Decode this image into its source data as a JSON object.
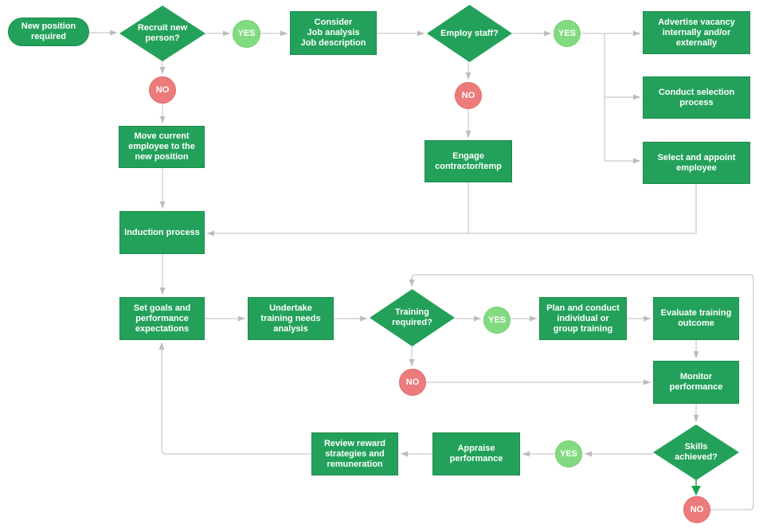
{
  "diagram": {
    "type": "flowchart",
    "subject": "HR recruitment and performance management process",
    "colors": {
      "process_fill": "#23A15A",
      "process_border": "#1d8a4c",
      "yes_fill": "#82DB80",
      "yes_border": "#6fcf6f",
      "no_fill": "#EC7C7C",
      "no_border": "#e46a6a",
      "connector_line": "#C9C9C9",
      "arrowhead": "#BDBDBD",
      "green_arrowhead": "#1CA24E",
      "node_text": "#FFFFFF",
      "background": "#FFFFFF"
    },
    "nodes": [
      {
        "id": "new-position-required",
        "shape": "terminator",
        "label": "New position\nrequired"
      },
      {
        "id": "recruit-new-person",
        "shape": "decision",
        "label": "Recruit new\nperson?"
      },
      {
        "id": "yes-recruit",
        "shape": "connector-yes",
        "label": "YES"
      },
      {
        "id": "consider-job-analysis",
        "shape": "process",
        "label": "Consider\nJob analysis\nJob description"
      },
      {
        "id": "employ-staff",
        "shape": "decision",
        "label": "Employ staff?"
      },
      {
        "id": "yes-employ",
        "shape": "connector-yes",
        "label": "YES"
      },
      {
        "id": "advertise-vacancy",
        "shape": "process",
        "label": "Advertise vacancy\ninternally and/or\nexternally"
      },
      {
        "id": "conduct-selection-process",
        "shape": "process",
        "label": "Conduct selection\nprocess"
      },
      {
        "id": "select-and-appoint-employee",
        "shape": "process",
        "label": "Select and appoint\nemployee"
      },
      {
        "id": "no-recruit",
        "shape": "connector-no",
        "label": "NO"
      },
      {
        "id": "move-current-employee",
        "shape": "process",
        "label": "Move current\nemployee to the\nnew position"
      },
      {
        "id": "no-employ",
        "shape": "connector-no",
        "label": "NO"
      },
      {
        "id": "engage-contractor-temp",
        "shape": "process",
        "label": "Engage\ncontractor/temp"
      },
      {
        "id": "induction-process",
        "shape": "process",
        "label": "Induction process"
      },
      {
        "id": "set-goals-expectations",
        "shape": "process",
        "label": "Set goals and\nperformance\nexpectations"
      },
      {
        "id": "undertake-training-needs-analysis",
        "shape": "process",
        "label": "Undertake\ntraining needs\nanalysis"
      },
      {
        "id": "training-required",
        "shape": "decision",
        "label": "Training\nrequired?"
      },
      {
        "id": "yes-training",
        "shape": "connector-yes",
        "label": "YES"
      },
      {
        "id": "plan-and-conduct-training",
        "shape": "process",
        "label": "Plan and conduct\nindividual or\ngroup training"
      },
      {
        "id": "evaluate-training-outcome",
        "shape": "process",
        "label": "Evaluate training\noutcome"
      },
      {
        "id": "no-training",
        "shape": "connector-no",
        "label": "NO"
      },
      {
        "id": "monitor-performance",
        "shape": "process",
        "label": "Monitor\nperformance"
      },
      {
        "id": "skills-achieved",
        "shape": "decision",
        "label": "Skills\nachieved?"
      },
      {
        "id": "no-skills",
        "shape": "connector-no",
        "label": "NO"
      },
      {
        "id": "yes-skills",
        "shape": "connector-yes",
        "label": "YES"
      },
      {
        "id": "appraise-performance",
        "shape": "process",
        "label": "Appraise\nperformance"
      },
      {
        "id": "review-reward-strategies",
        "shape": "process",
        "label": "Review reward\nstrategies and\nremuneration"
      }
    ]
  }
}
